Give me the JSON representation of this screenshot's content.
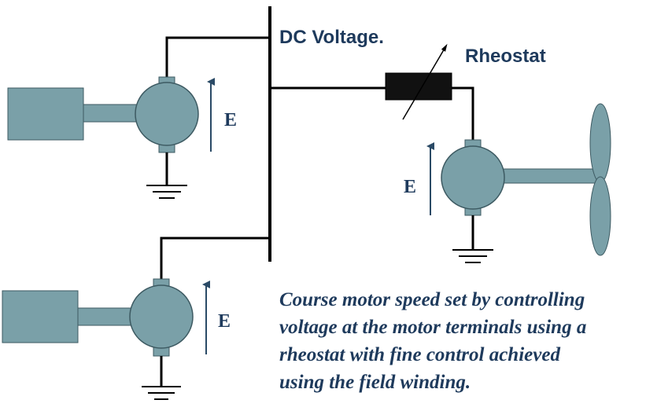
{
  "labels": {
    "dc_voltage": "DC Voltage.",
    "rheostat": "Rheostat",
    "emf": "E"
  },
  "caption": {
    "lines": [
      "Course motor speed set by controlling",
      "voltage at the motor terminals using a",
      "rheostat with fine control achieved",
      "using the field winding."
    ]
  },
  "colors": {
    "machine_fill": "#7aa0a8",
    "machine_stroke": "#3d5a62",
    "wire": "#000000",
    "text": "#1e3a5c",
    "arrow": "#2a4a66"
  }
}
